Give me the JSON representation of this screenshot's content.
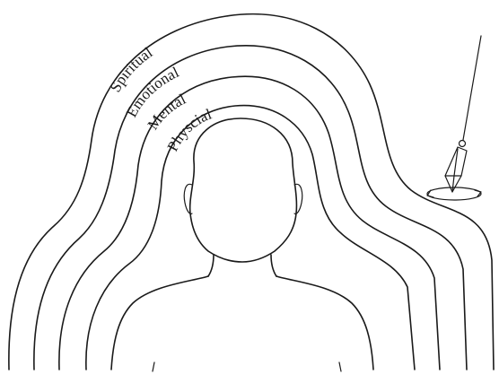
{
  "diagram": {
    "layers": [
      {
        "id": "spiritual",
        "label": "Spiritual"
      },
      {
        "id": "emotional",
        "label": "Emotional"
      },
      {
        "id": "mental",
        "label": "Mental"
      },
      {
        "id": "physical",
        "label": "Physcial"
      }
    ]
  },
  "colors": {
    "ink": "#1a1a1a",
    "paper": "#ffffff"
  }
}
